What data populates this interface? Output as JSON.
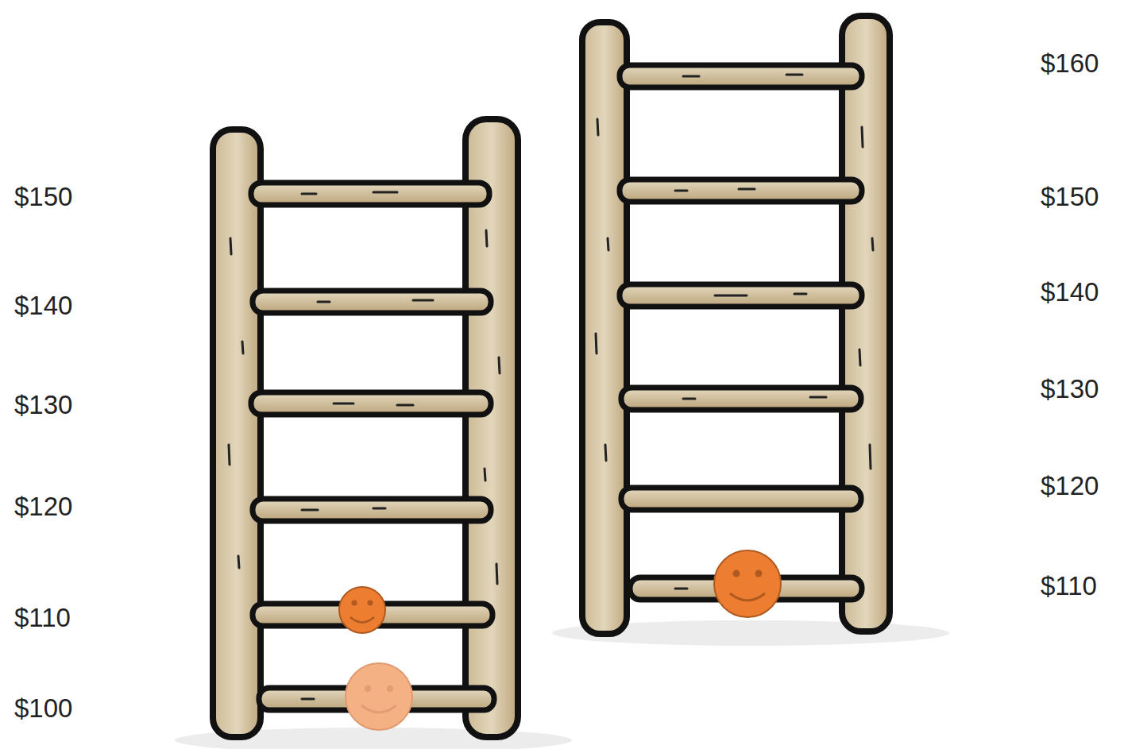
{
  "diagram": {
    "labels": [
      "$150",
      "$140",
      "$130",
      "$120",
      "$110",
      "$100",
      "$160",
      "$150",
      "$140",
      "$130",
      "$120",
      "$110"
    ]
  }
}
